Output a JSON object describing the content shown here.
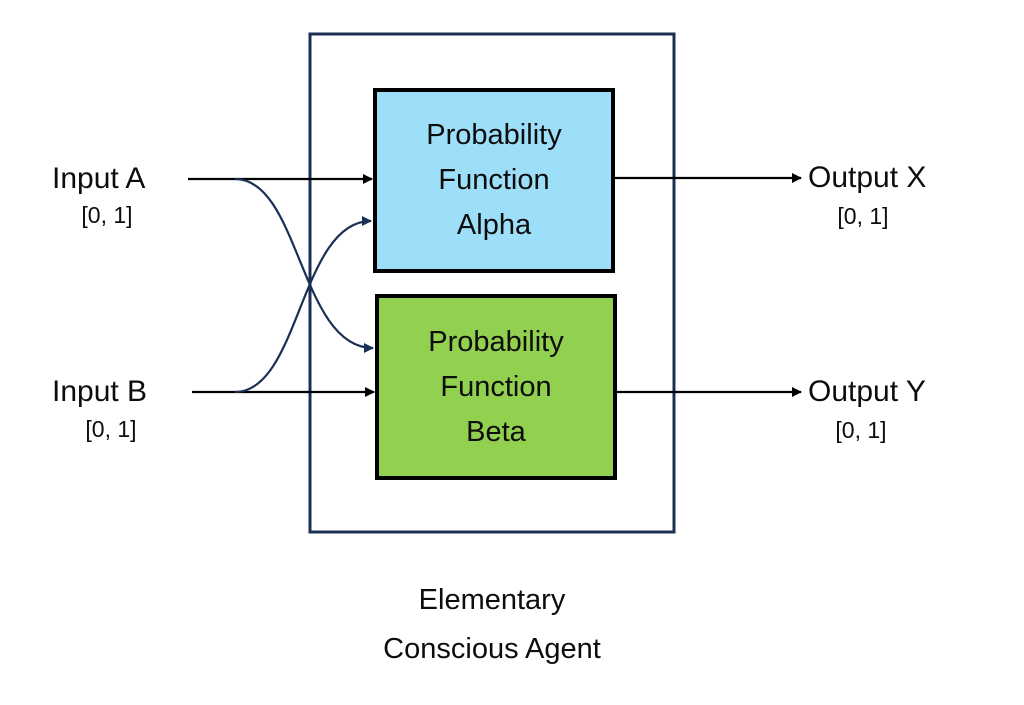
{
  "diagram": {
    "title_lines": [
      "Elementary",
      "Conscious Agent"
    ],
    "inputs": [
      {
        "label": "Input A",
        "range": "[0, 1]"
      },
      {
        "label": "Input B",
        "range": "[0, 1]"
      }
    ],
    "outputs": [
      {
        "label": "Output X",
        "range": "[0, 1]"
      },
      {
        "label": "Output Y",
        "range": "[0, 1]"
      }
    ],
    "functions": [
      {
        "lines": [
          "Probability",
          "Function",
          "Alpha"
        ],
        "fill": "#9ddff8"
      },
      {
        "lines": [
          "Probability",
          "Function",
          "Beta"
        ],
        "fill": "#92d050"
      }
    ],
    "connections": [
      {
        "from": "Input A",
        "to": "Probability Function Alpha"
      },
      {
        "from": "Input A",
        "to": "Probability Function Beta"
      },
      {
        "from": "Input B",
        "to": "Probability Function Alpha"
      },
      {
        "from": "Input B",
        "to": "Probability Function Beta"
      },
      {
        "from": "Probability Function Alpha",
        "to": "Output X"
      },
      {
        "from": "Probability Function Beta",
        "to": "Output Y"
      }
    ],
    "colors": {
      "agent_border": "#1b3055",
      "cross_links": "#1b3055",
      "direct_links": "#000000"
    }
  }
}
